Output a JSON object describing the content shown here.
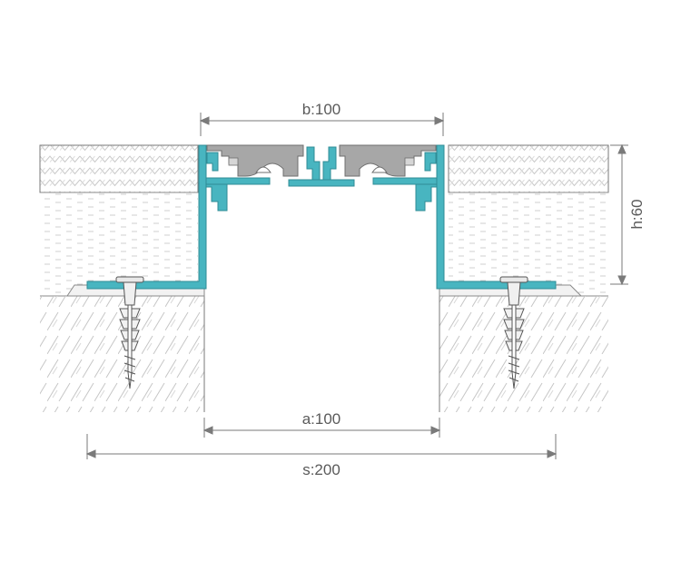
{
  "diagram": {
    "type": "expansion-joint-cross-section",
    "dimensions": {
      "b_label": "b:100",
      "a_label": "a:100",
      "s_label": "s:200",
      "h_label": "h:60"
    },
    "colors": {
      "profile": "#48b5c0",
      "profile_dark": "#2f8c96",
      "insert": "#a7a7a7",
      "insert_light": "#d6d6d6",
      "line": "#6b6b6b",
      "dimension": "#7a7a7a",
      "hatch": "#c4c4c4"
    },
    "layers": [
      "floor-covering",
      "screed",
      "concrete-slab"
    ],
    "fasteners": [
      "left-anchor-screw",
      "right-anchor-screw"
    ]
  }
}
